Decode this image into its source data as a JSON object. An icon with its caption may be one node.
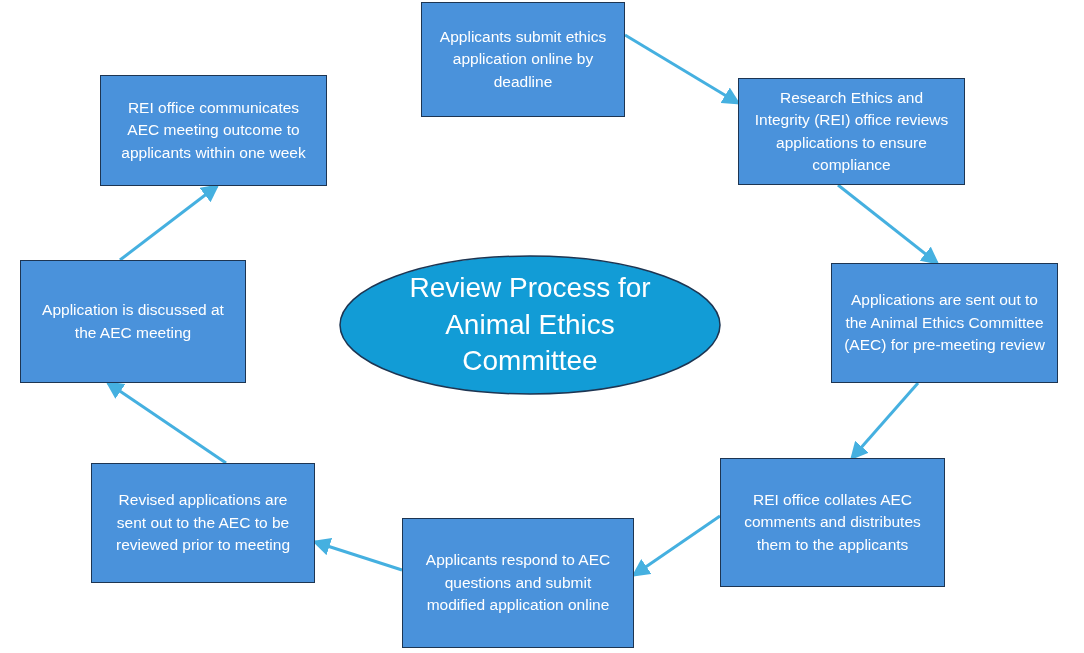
{
  "diagram": {
    "nodes": [
      {
        "text": [
          "Review Process for Animal Ethics Committee"
        ]
      },
      {
        "text": [
          "Applicants submit ethics application online by deadline"
        ]
      },
      {
        "text": [
          "Research Ethics and Integrity (REI) office reviews applications to ensure compliance"
        ]
      },
      {
        "text": [
          "Applications are  sent out to  the Animal Ethics Committee (AEC) for pre-meeting review"
        ]
      },
      {
        "text": [
          "REI office collates AEC comments and distributes them to the applicants"
        ]
      },
      {
        "text": [
          "Applicants respond to AEC questions and submit modified application online"
        ]
      },
      {
        "text": [
          "Revised applications are sent out to the AEC to be reviewed prior to meeting"
        ]
      },
      {
        "text": [
          "Application is discussed at the AEC meeting"
        ]
      },
      {
        "text": [
          "REI office communicates AEC meeting outcome to applicants within one week"
        ]
      }
    ],
    "edges": [
      {
        "from": 1,
        "to": 2,
        "arrow": "to"
      },
      {
        "from": 2,
        "to": 3,
        "arrow": "to"
      },
      {
        "from": 3,
        "to": 4,
        "arrow": "to"
      },
      {
        "from": 4,
        "to": 5,
        "arrow": "to"
      },
      {
        "from": 5,
        "to": 6,
        "arrow": "to"
      },
      {
        "from": 6,
        "to": 7,
        "arrow": "to"
      },
      {
        "from": 7,
        "to": 8,
        "arrow": "to"
      }
    ]
  }
}
